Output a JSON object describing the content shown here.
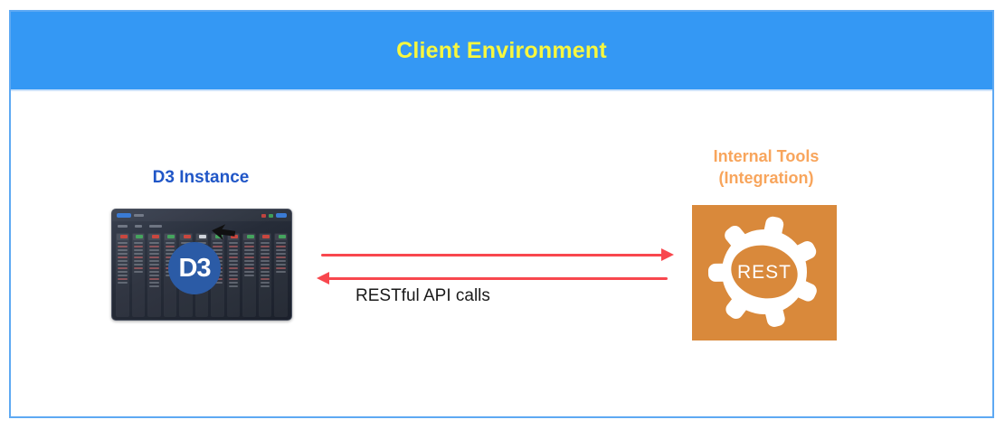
{
  "title": "Client Environment",
  "d3_instance": {
    "label": "D3 Instance",
    "logo_text": "D3"
  },
  "internal_tools": {
    "label_line1": "Internal Tools",
    "label_line2": "(Integration)",
    "gear_label": "REST"
  },
  "connection": {
    "label": "RESTful API calls"
  },
  "colors": {
    "header_bg": "#3498f4",
    "title_yellow": "#f7f73f",
    "frame_border": "#5ea9f3",
    "d3_label_blue": "#2056c7",
    "d3_logo_blue": "#2b5ba6",
    "tools_label_orange": "#f8a55c",
    "tools_box_orange": "#d9893b",
    "arrow_red": "#f8474e",
    "dashboard_dark": "#262c38"
  },
  "dashboard": {
    "badge_colors": [
      "#c9473f",
      "#45a45e",
      "#c9473f",
      "#45a45e",
      "#c9473f",
      "#cfd3da",
      "#45a45e",
      "#c9473f",
      "#45a45e",
      "#c9473f",
      "#45a45e"
    ],
    "row_counts": [
      12,
      9,
      13,
      10,
      7,
      9,
      12,
      13,
      10,
      13,
      9
    ]
  }
}
